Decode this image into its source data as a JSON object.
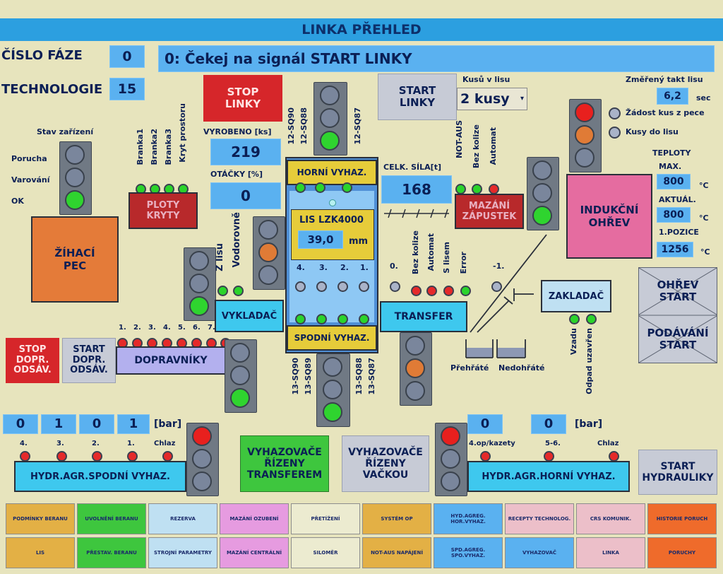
{
  "title": "LINKA PŘEHLED",
  "phase": {
    "label": "ČÍSLO FÁZE",
    "value": "0",
    "status": "0: Čekej na signál START LINKY"
  },
  "technology": {
    "label": "TECHNOLOGIE",
    "value": "15"
  },
  "stop_line": "STOP LINKY",
  "start_line": "START LINKY",
  "pieces_label": "Kusů v lisu",
  "pieces_value": "2 kusy",
  "takt": {
    "label": "Změřený takt lisu",
    "value": "6,2",
    "unit": "sec"
  },
  "req_piece": "Žádost kus z pece",
  "pieces_to_press": "Kusy do lisu",
  "temps": {
    "label": "TEPLOTY",
    "max_label": "MAX.",
    "max": "800",
    "act_label": "AKTUÁL.",
    "act": "800",
    "pos_label": "1.POZICE",
    "pos": "1256",
    "unit": "°C"
  },
  "state": {
    "label": "Stav zařízení",
    "fault": "Porucha",
    "warn": "Varování",
    "ok": "OK"
  },
  "furnace": "ŽÍHACÍ PEC",
  "guards": {
    "labels": [
      "Branka1",
      "Branka2",
      "Branka3",
      "Kryt prostoru"
    ],
    "box": "PLOTY KRYTY"
  },
  "produced": {
    "label": "VYROBENO [ks]",
    "value": "219"
  },
  "rpm": {
    "label": "OTÁČKY [%]",
    "value": "0"
  },
  "sensors_top": [
    "12-SQ90",
    "12-SQ88",
    "12-SQ87"
  ],
  "upper_ejector": "HORNÍ VYHAZ.",
  "lower_ejector": "SPODNÍ VYHAZ.",
  "press": {
    "name": "LIS LZK4000",
    "value": "39,0",
    "unit": "mm",
    "positions": [
      "4.",
      "3.",
      "2.",
      "1."
    ]
  },
  "total_force": {
    "label": "CELK. SÍLA[t]",
    "value": "168"
  },
  "die_lube": {
    "labels": [
      "NOT-AUS",
      "Bez kolize",
      "Automat"
    ],
    "box": "MAZÁNÍ ZÁPUSTEK"
  },
  "induction": "INDUKČNÍ OHŘEV",
  "unloader": {
    "labels": [
      "Z lisu",
      "Vodorovně"
    ],
    "box": "VYKLADAČ"
  },
  "transfer": {
    "labels": [
      "0.",
      "Bez kolize",
      "Automat",
      "S lisem",
      "Error",
      "-1."
    ],
    "box": "TRANSFER"
  },
  "loader": {
    "box": "ZAKLADAČ",
    "labels": [
      "Vzadu",
      "Odpad uzavřen"
    ]
  },
  "overheated": "Přehřáté",
  "underheated": "Nedohřáté",
  "heat_start": "OHŘEV START",
  "feed_start": "PODÁVÁNÍ START",
  "stop_conv": "STOP DOPR. ODSÁV.",
  "start_conv": "START DOPR. ODSÁV.",
  "conveyors": {
    "labels": [
      "1.",
      "2.",
      "3.",
      "4.",
      "5.",
      "6.",
      "7."
    ],
    "box": "DOPRAVNÍKY"
  },
  "sensors_bottom": [
    "13-SQ90",
    "13-SQ89",
    "13-SQ88",
    "13-SQ87"
  ],
  "pressures_left": [
    "0",
    "1",
    "0",
    "1"
  ],
  "bar": "[bar]",
  "hyd_left": {
    "labels": [
      "4.",
      "3.",
      "2.",
      "1.",
      "Chlaz"
    ],
    "box": "HYDR.AGR.SPODNÍ VYHAZ."
  },
  "ej_transfer": "VYHAZOVAČE ŘÍZENY TRANSFEREM",
  "ej_cam": "VYHAZOVAČE ŘÍZENY VAČKOU",
  "pressures_right": [
    "0",
    "0"
  ],
  "hyd_right": {
    "labels": [
      "4.op/kazety",
      "5-6.",
      "Chlaz"
    ],
    "box": "HYDR.AGR.HORNÍ VYHAZ."
  },
  "start_hyd": "START HYDRAULIKY",
  "nav": [
    {
      "label": "PODMÍNKY BERANU",
      "color": "#e3b045"
    },
    {
      "label": "UVOLNĚNÍ BERANU",
      "color": "#3ec63e"
    },
    {
      "label": "REZERVA",
      "color": "#bfe0f2"
    },
    {
      "label": "MAZÁNÍ OZUBENÍ",
      "color": "#e69be0"
    },
    {
      "label": "PŘETÍŽENÍ",
      "color": "#ecebd0"
    },
    {
      "label": "SYSTÉM OP",
      "color": "#e3b045"
    },
    {
      "label": "HYD.AGREG. HOR.VYHAZ.",
      "color": "#5ab1f0"
    },
    {
      "label": "RECEPTY TECHNOLOG.",
      "color": "#ecbfc9"
    },
    {
      "label": "CRS KOMUNIK.",
      "color": "#ecbfc9"
    },
    {
      "label": "HISTORIE PORUCH",
      "color": "#ef6b2b"
    },
    {
      "label": "LIS",
      "color": "#e3b045"
    },
    {
      "label": "PŘESTAV. BERANU",
      "color": "#3ec63e"
    },
    {
      "label": "STROJNÍ PARAMETRY",
      "color": "#bfe0f2"
    },
    {
      "label": "MAZÁNÍ CENTRÁLNÍ",
      "color": "#e69be0"
    },
    {
      "label": "SILOMĚR",
      "color": "#ecebd0"
    },
    {
      "label": "NOT-AUS NAPÁJENÍ",
      "color": "#e3b045"
    },
    {
      "label": "SPD.AGREG. SPO.VYHAZ.",
      "color": "#5ab1f0"
    },
    {
      "label": "VYHAZOVAČ",
      "color": "#5ab1f0"
    },
    {
      "label": "LINKA",
      "color": "#ecbfc9"
    },
    {
      "label": "PORUCHY",
      "color": "#ef6b2b"
    }
  ]
}
